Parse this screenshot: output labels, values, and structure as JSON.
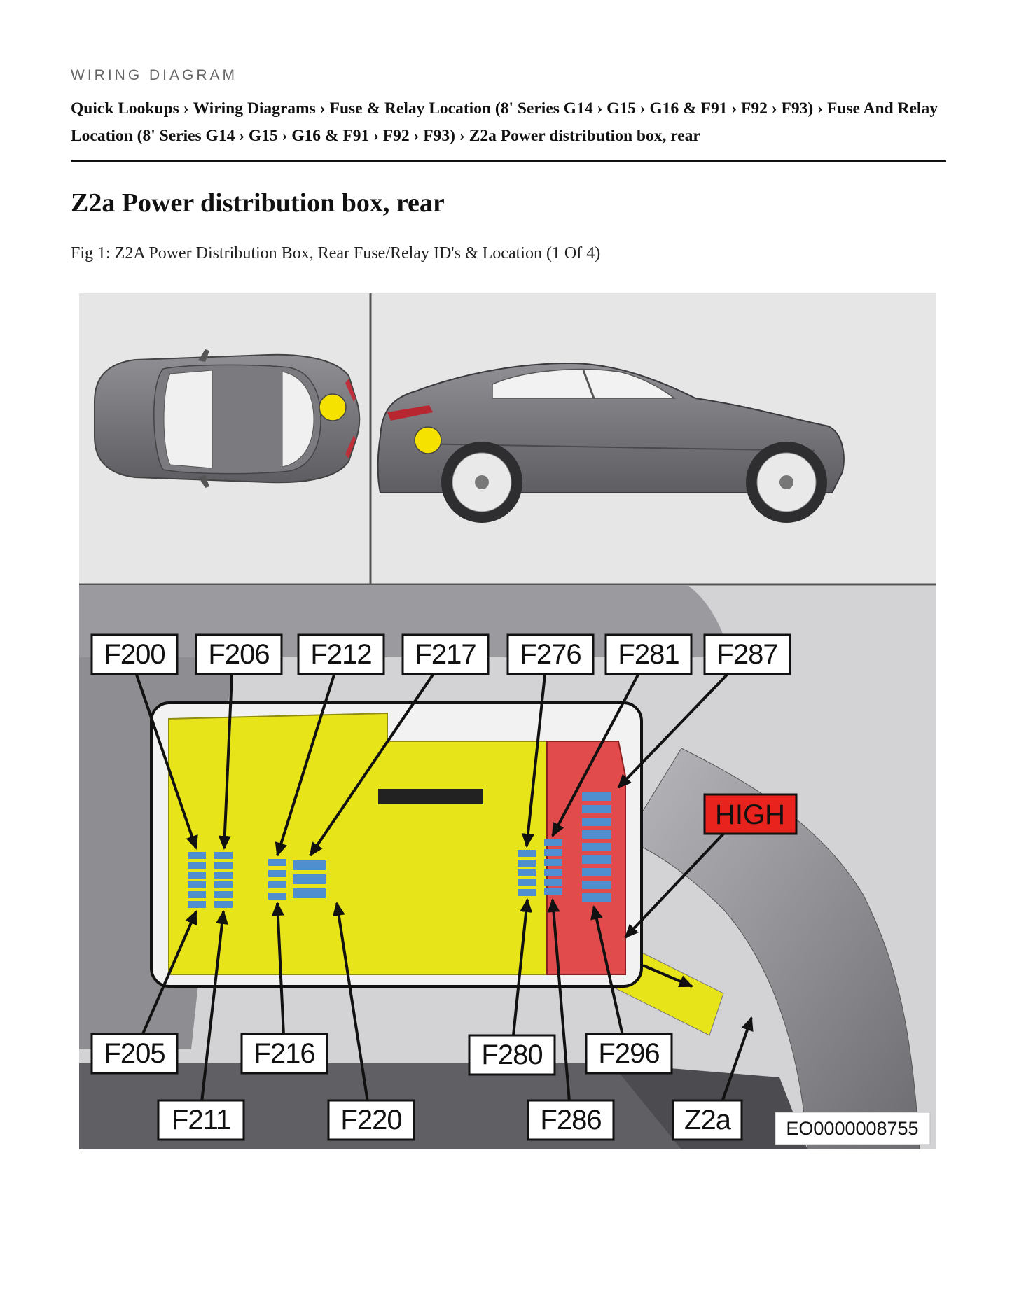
{
  "page": {
    "kicker": "WIRING DIAGRAM",
    "breadcrumb": [
      "Quick Lookups",
      "Wiring Diagrams",
      "Fuse & Relay Location (8' Series G14 › G15 › G16 & F91 › F92 › F93)",
      "Fuse And Relay Location (8' Series G14 › G15 › G16 & F91 › F92 › F93)",
      "Z2a Power distribution box, rear"
    ],
    "breadcrumb_separator": "›",
    "title": "Z2a Power distribution box, rear",
    "caption": "Fig 1: Z2A Power Distribution Box, Rear Fuse/Relay ID's & Location (1 Of 4)"
  },
  "figure": {
    "callouts_top": [
      "F200",
      "F206",
      "F212",
      "F217",
      "F276",
      "F281",
      "F287"
    ],
    "callouts_bottom_row1": [
      "F205",
      "F216",
      "F280",
      "F296"
    ],
    "callouts_bottom_row2": [
      "F211",
      "F220",
      "F286",
      "Z2a"
    ],
    "high_label": "HIGH",
    "image_code": "EO0000008755",
    "colors": {
      "background": "#e6e6e6",
      "low_section": "#e8e41a",
      "high_section": "#e24b4b",
      "fuse": "#4f8fcf",
      "location_marker": "#f5e200",
      "high_badge": "#e8221c"
    }
  }
}
